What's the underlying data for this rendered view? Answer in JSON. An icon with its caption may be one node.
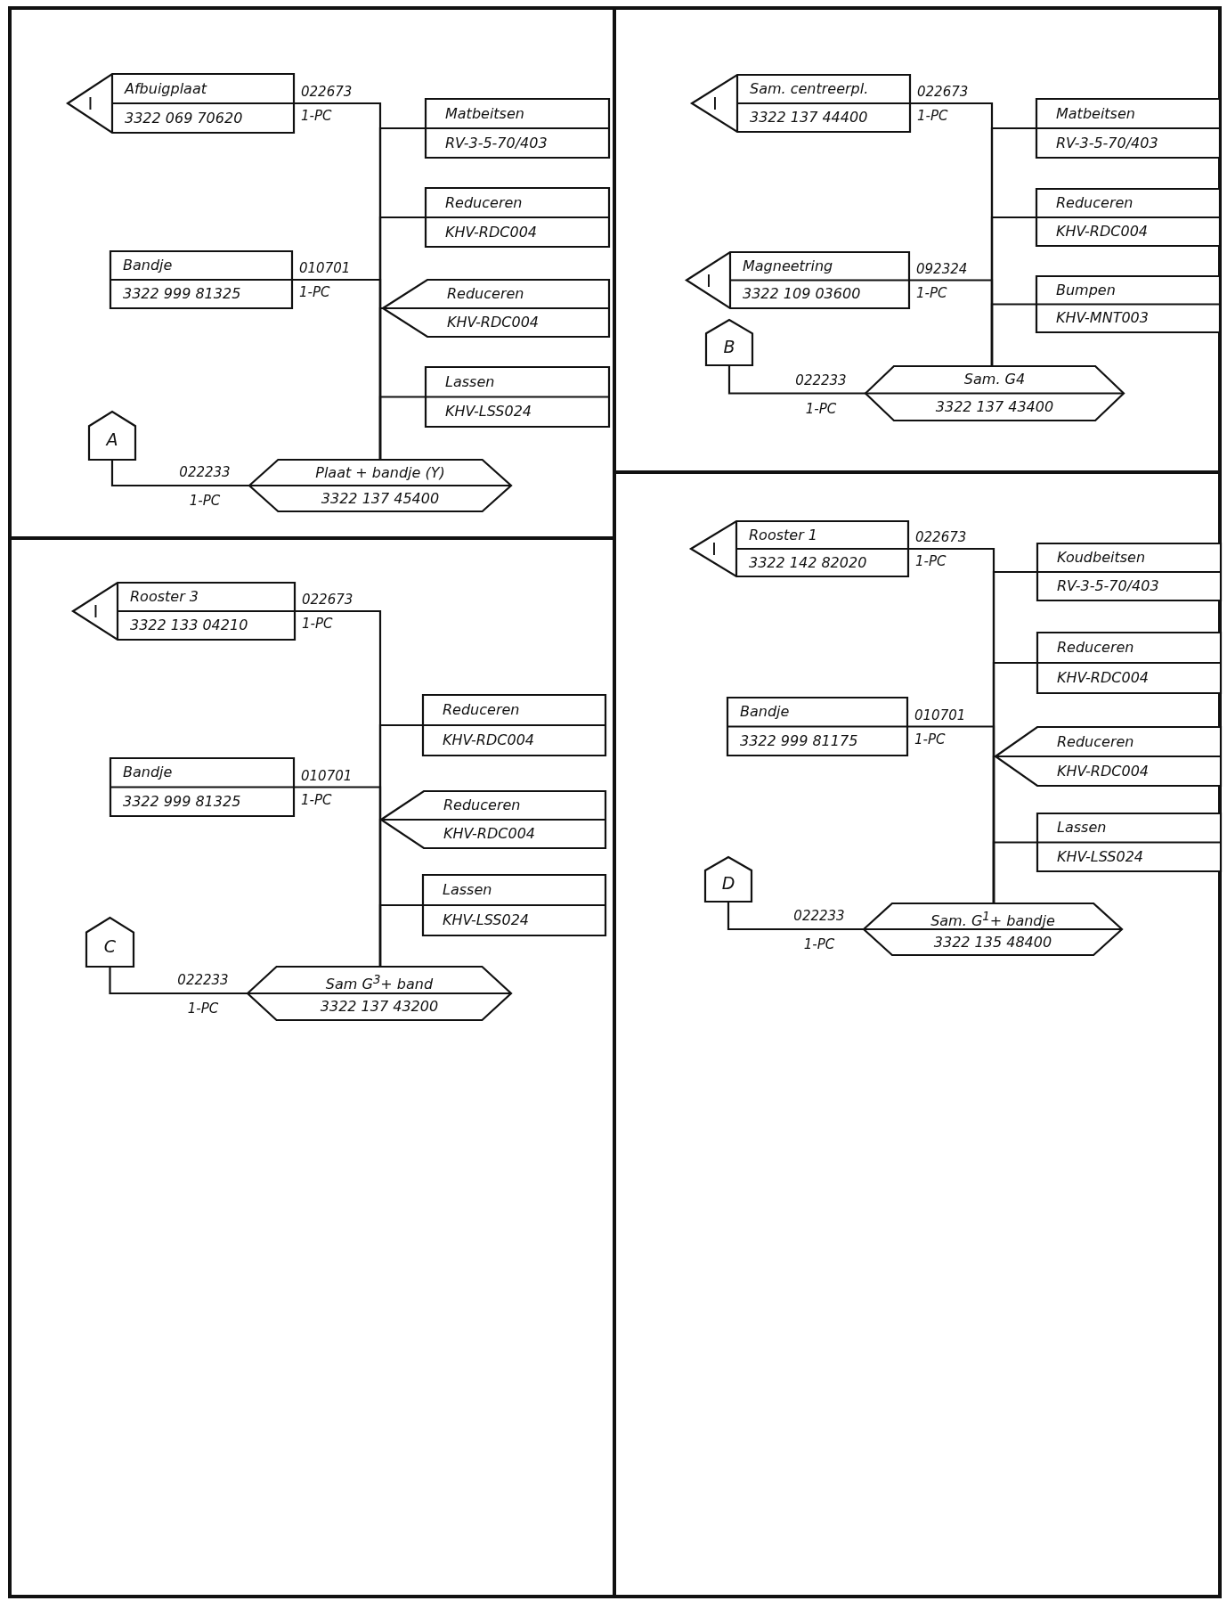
{
  "diagram": {
    "nodes": [
      {
        "text": [],
        "shape": "box"
      },
      {
        "text": [
          "I",
          "Afbuigplaat",
          "3322 069 70620"
        ],
        "in": 0,
        "beside": [
          "022673",
          "1-PC"
        ]
      },
      {
        "text": [
          "Matbeitsen",
          "RV-3-5-70/403"
        ],
        "in": 0
      },
      {
        "text": [
          "Reduceren",
          "KHV-RDC004"
        ],
        "in": 0
      },
      {
        "text": [
          "Bandje",
          "3322 999 81325"
        ],
        "in": 0,
        "beside": [
          "010701",
          "1-PC"
        ]
      },
      {
        "text": [
          "Reduceren",
          "KHV-RDC004"
        ],
        "in": 0
      },
      {
        "text": [
          "Lassen",
          "KHV-LSS024"
        ],
        "in": 0
      },
      {
        "text": [
          "A"
        ],
        "in": 0
      },
      {
        "text": [
          "Plaat + bandje (Y)",
          "3322 137 45400"
        ],
        "in": 0,
        "beside": [
          "022233",
          "1-PC"
        ]
      },
      {
        "text": [],
        "shape": "box"
      },
      {
        "text": [
          "I",
          "Sam. centreerpl.",
          "3322 137 44400"
        ],
        "in": 9,
        "beside": [
          "022673",
          "1-PC"
        ]
      },
      {
        "text": [
          "Matbeitsen",
          "RV-3-5-70/403"
        ],
        "in": 9
      },
      {
        "text": [
          "Reduceren",
          "KHV-RDC004"
        ],
        "in": 9
      },
      {
        "text": [
          "I",
          "Magneetring",
          "3322 109 03600"
        ],
        "in": 9,
        "beside": [
          "092324",
          "1-PC"
        ]
      },
      {
        "text": [
          "Bumpen",
          "KHV-MNT003"
        ],
        "in": 9
      },
      {
        "text": [
          "B"
        ],
        "in": 9
      },
      {
        "text": [
          "Sam. G4",
          "3322 137 43400"
        ],
        "in": 9,
        "beside": [
          "022233",
          "1-PC"
        ]
      },
      {
        "text": [],
        "shape": "box"
      },
      {
        "text": [
          "I",
          "Rooster 3",
          "3322 133 04210"
        ],
        "in": 17,
        "beside": [
          "022673",
          "1-PC"
        ]
      },
      {
        "text": [
          "Reduceren",
          "KHV-RDC004"
        ],
        "in": 17
      },
      {
        "text": [
          "Bandje",
          "3322 999 81325"
        ],
        "in": 17,
        "beside": [
          "010701",
          "1-PC"
        ]
      },
      {
        "text": [
          "Reduceren",
          "KHV-RDC004"
        ],
        "in": 17
      },
      {
        "text": [
          "Lassen",
          "KHV-LSS024"
        ],
        "in": 17
      },
      {
        "text": [
          "C"
        ],
        "in": 17
      },
      {
        "text": [
          "Sam G$^{3}$+ band",
          "3322 137 43200"
        ],
        "in": 17,
        "beside": [
          "022233",
          "1-PC"
        ]
      },
      {
        "text": [],
        "shape": "box"
      },
      {
        "text": [
          "I",
          "Rooster 1",
          "3322 142 82020"
        ],
        "in": 25,
        "beside": [
          "022673",
          "1-PC"
        ]
      },
      {
        "text": [
          "Koudbeitsen",
          "RV-3-5-70/403"
        ],
        "in": 25
      },
      {
        "text": [
          "Reduceren",
          "KHV-RDC004"
        ],
        "in": 25
      },
      {
        "text": [
          "Bandje",
          "3322 999 81175"
        ],
        "in": 25,
        "beside": [
          "010701",
          "1-PC"
        ]
      },
      {
        "text": [
          "Reduceren",
          "KHV-RDC004"
        ],
        "in": 25
      },
      {
        "text": [
          "Lassen",
          "KHV-LSS024"
        ],
        "in": 25
      },
      {
        "text": [
          "D"
        ],
        "in": 25
      },
      {
        "text": [
          "Sam. G$^{1}$+ bandje",
          "3322 135 48400"
        ],
        "in": 25,
        "beside": [
          "022233",
          "1-PC"
        ]
      }
    ],
    "edges": [
      {
        "from": 1,
        "to": 8,
        "arrow": "none"
      },
      {
        "from": 2,
        "to": 8,
        "arrow": "none"
      },
      {
        "from": 3,
        "to": 8,
        "arrow": "none"
      },
      {
        "from": 4,
        "to": 8,
        "arrow": "none"
      },
      {
        "from": 5,
        "to": 8,
        "arrow": "none"
      },
      {
        "from": 6,
        "to": 8,
        "arrow": "none"
      },
      {
        "from": 7,
        "to": 8,
        "arrow": "none"
      },
      {
        "from": 10,
        "to": 16,
        "arrow": "none"
      },
      {
        "from": 11,
        "to": 16,
        "arrow": "none"
      },
      {
        "from": 12,
        "to": 16,
        "arrow": "none"
      },
      {
        "from": 13,
        "to": 16,
        "arrow": "none"
      },
      {
        "from": 14,
        "to": 16,
        "arrow": "none"
      },
      {
        "from": 15,
        "to": 16,
        "arrow": "none"
      },
      {
        "from": 18,
        "to": 24,
        "arrow": "none"
      },
      {
        "from": 19,
        "to": 24,
        "arrow": "none"
      },
      {
        "from": 20,
        "to": 24,
        "arrow": "none"
      },
      {
        "from": 21,
        "to": 24,
        "arrow": "none"
      },
      {
        "from": 22,
        "to": 24,
        "arrow": "none"
      },
      {
        "from": 23,
        "to": 24,
        "arrow": "none"
      },
      {
        "from": 26,
        "to": 33,
        "arrow": "none"
      },
      {
        "from": 27,
        "to": 33,
        "arrow": "none"
      },
      {
        "from": 28,
        "to": 33,
        "arrow": "none"
      },
      {
        "from": 29,
        "to": 33,
        "arrow": "none"
      },
      {
        "from": 30,
        "to": 33,
        "arrow": "none"
      },
      {
        "from": 31,
        "to": 33,
        "arrow": "none"
      },
      {
        "from": 32,
        "to": 33,
        "arrow": "none"
      }
    ]
  }
}
